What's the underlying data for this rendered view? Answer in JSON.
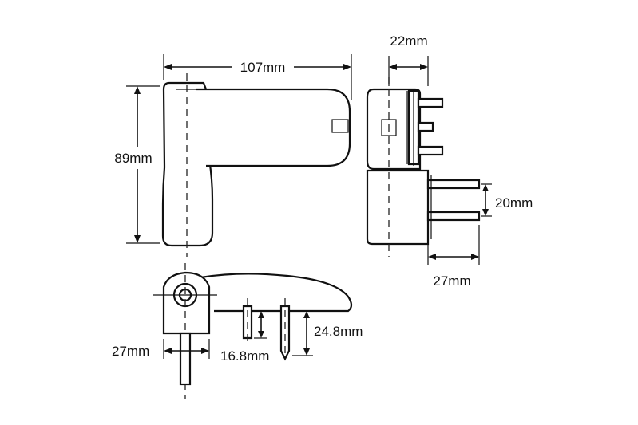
{
  "dimensions": {
    "width_107": "107mm",
    "height_89": "89mm",
    "depth_22": "22mm",
    "pin_spacing_20": "20mm",
    "pin_length_27_side": "27mm",
    "pin_length_27_bottom": "27mm",
    "pin_16_8": "16.8mm",
    "pin_24_8": "24.8mm"
  }
}
